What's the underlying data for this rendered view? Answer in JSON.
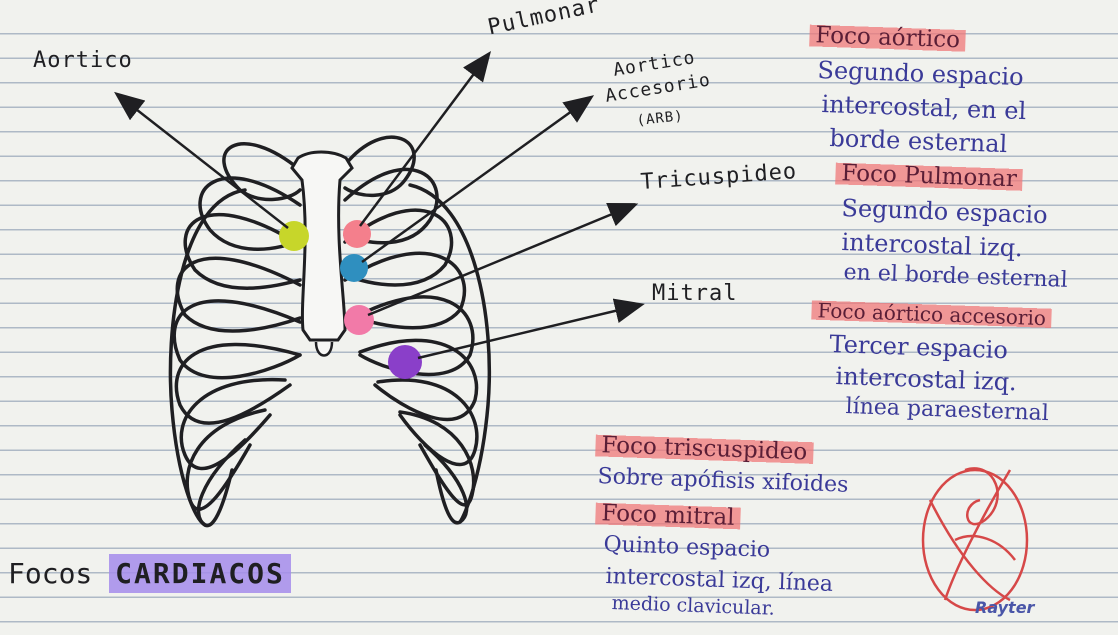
{
  "labels": {
    "aortico": "Aortico",
    "pulmonar": "Pulmonar",
    "aortico_accesorio_line1": "Aortico",
    "aortico_accesorio_line2": "Accesorio",
    "aortico_accesorio_line3": "(ARB)",
    "tricuspideo": "Tricuspideo",
    "mitral": "Mitral"
  },
  "title": {
    "prefix": "Focos",
    "highlight": "CARDIACOS"
  },
  "notes": [
    {
      "heading": "Foco aórtico",
      "lines": [
        "Segundo espacio",
        "intercostal, en el",
        "borde esternal"
      ]
    },
    {
      "heading": "Foco Pulmonar",
      "lines": [
        "Segundo espacio",
        "intercostal izq.",
        "en el borde esternal"
      ]
    },
    {
      "heading": "Foco aórtico accesorio",
      "lines": [
        "Tercer espacio",
        "intercostal izq.",
        "línea paraesternal"
      ]
    },
    {
      "heading": "Foco triscuspideo",
      "lines": [
        "Sobre apófisis xifoides"
      ]
    },
    {
      "heading": "Foco mitral",
      "lines": [
        "Quinto espacio",
        "intercostal izq, línea",
        "medio clavicular."
      ]
    }
  ],
  "signature": "Rayter",
  "colors": {
    "aortico": "#c7d62a",
    "pulmonar": "#f47f8c",
    "aortico_accesorio": "#2f8fbf",
    "tricuspideo": "#f27aa8",
    "mitral": "#8a3fc9",
    "highlight_red": "#f07878",
    "highlight_purple": "#a58ceb",
    "ink_blue": "#3a3a98"
  }
}
